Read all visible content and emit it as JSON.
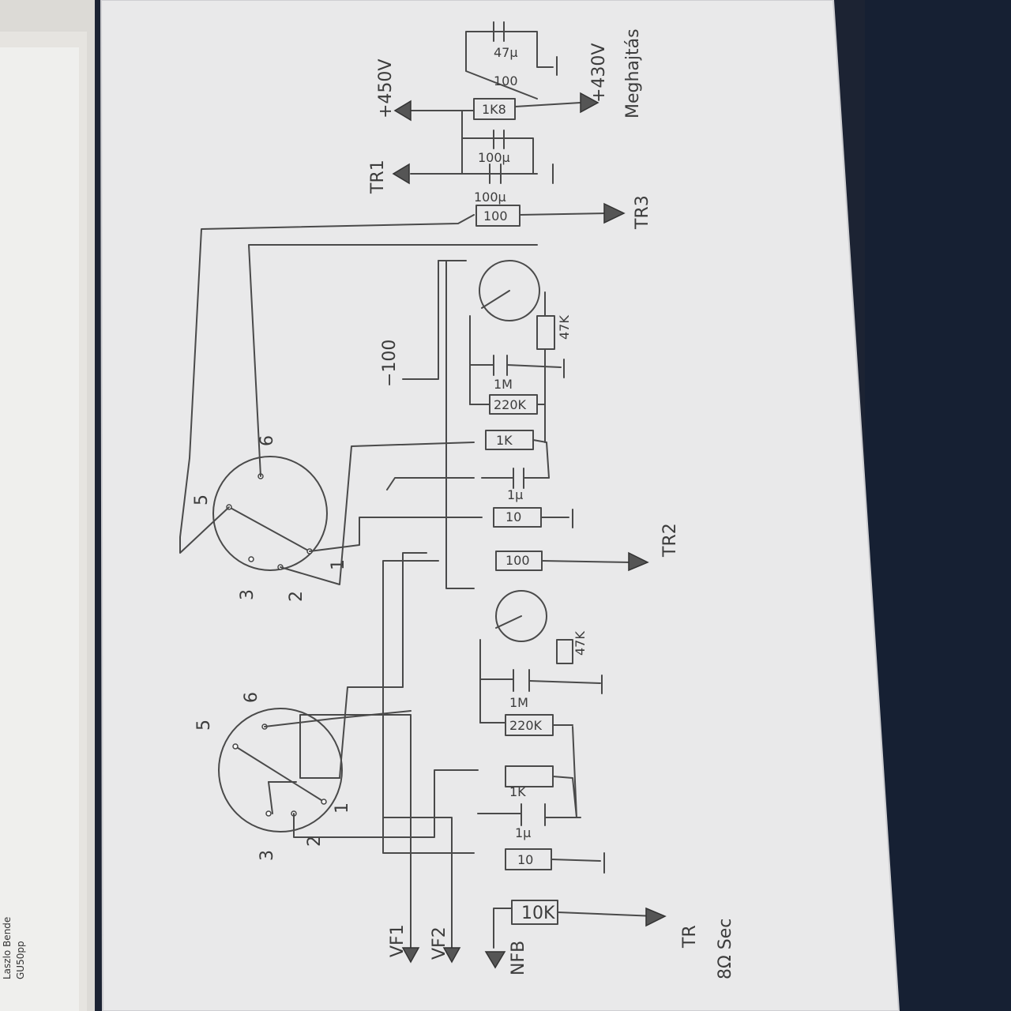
{
  "background_sheet": {
    "author_line": "Laszlo Bende",
    "model": "GU50pp"
  },
  "labels": {
    "vf1": "VF1",
    "vf2": "VF2",
    "nfb": "NFB",
    "tr_out_1": "TR",
    "tr_out_2": "8Ω Sec",
    "tr1": "TR1",
    "tr2": "TR2",
    "tr3": "TR3",
    "b450": "+450V",
    "b430": "+430V",
    "meghajtas": "Meghajtás",
    "neg100": "−100"
  },
  "tube_pins": {
    "p1": "1",
    "p2": "2",
    "p3": "3",
    "p5": "5",
    "p6": "6"
  },
  "components": {
    "r10k": "10K",
    "r10_a": "10",
    "r10_b": "10",
    "c1u_a": "1µ",
    "c1u_b": "1µ",
    "r1k_a": "1K",
    "r1k_b": "1K",
    "r220k_a": "220K",
    "r220k_b": "220K",
    "c1m_a": "1M",
    "c1m_b": "1M",
    "r47k_a": "47K",
    "r47k_b": "47K",
    "r100_a": "100",
    "r100_b": "100",
    "c100u_a": "100µ",
    "c100u_b": "100µ",
    "r1k8": "1K8",
    "c47u": "47µ",
    "r100_c": "100"
  }
}
